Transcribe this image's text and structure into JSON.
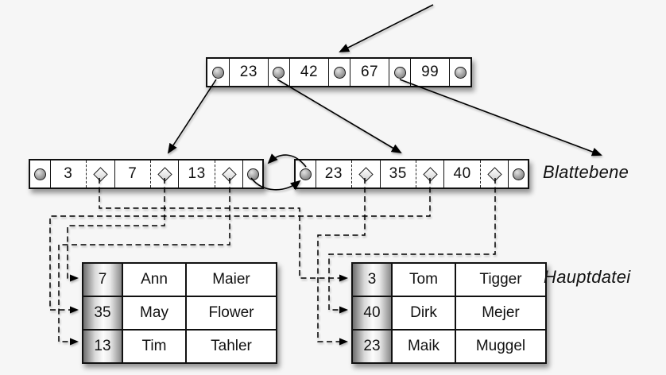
{
  "colors": {
    "background": "#f6f6f6",
    "ink": "#111111",
    "box_fill": "#ffffff",
    "key_column_gradient": [
      "#6e6e6e",
      "#fcfcfc",
      "#8a8a8a"
    ]
  },
  "root_node": {
    "keys": [
      "23",
      "42",
      "67",
      "99"
    ]
  },
  "leaf_nodes": {
    "left": {
      "keys": [
        "3",
        "7",
        "13"
      ]
    },
    "right": {
      "keys": [
        "23",
        "35",
        "40"
      ]
    }
  },
  "labels": {
    "leaf_level": "Blattebene",
    "main_file": "Hauptdatei"
  },
  "main_file_tables": {
    "left": {
      "rows": [
        {
          "key": "7",
          "first": "Ann",
          "last": "Maier"
        },
        {
          "key": "35",
          "first": "May",
          "last": "Flower"
        },
        {
          "key": "13",
          "first": "Tim",
          "last": "Tahler"
        }
      ]
    },
    "right": {
      "rows": [
        {
          "key": "3",
          "first": "Tom",
          "last": "Tigger"
        },
        {
          "key": "40",
          "first": "Dirk",
          "last": "Mejer"
        },
        {
          "key": "23",
          "first": "Maik",
          "last": "Muggel"
        }
      ]
    }
  },
  "pointer_connections": {
    "root_pointers": [
      "left-leaf",
      "right-leaf",
      "further-leaf-offscreen"
    ],
    "leaf_siblings": "doubly-linked",
    "record_pointers": [
      {
        "key": "3",
        "target_table": "right",
        "target_row": "3 Tom Tigger"
      },
      {
        "key": "7",
        "target_table": "left",
        "target_row": "7 Ann Maier"
      },
      {
        "key": "13",
        "target_table": "left",
        "target_row": "13 Tim Tahler"
      },
      {
        "key": "23",
        "target_table": "right",
        "target_row": "23 Maik Muggel"
      },
      {
        "key": "35",
        "target_table": "left",
        "target_row": "35 May Flower"
      },
      {
        "key": "40",
        "target_table": "right",
        "target_row": "40 Dirk Mejer"
      }
    ]
  }
}
